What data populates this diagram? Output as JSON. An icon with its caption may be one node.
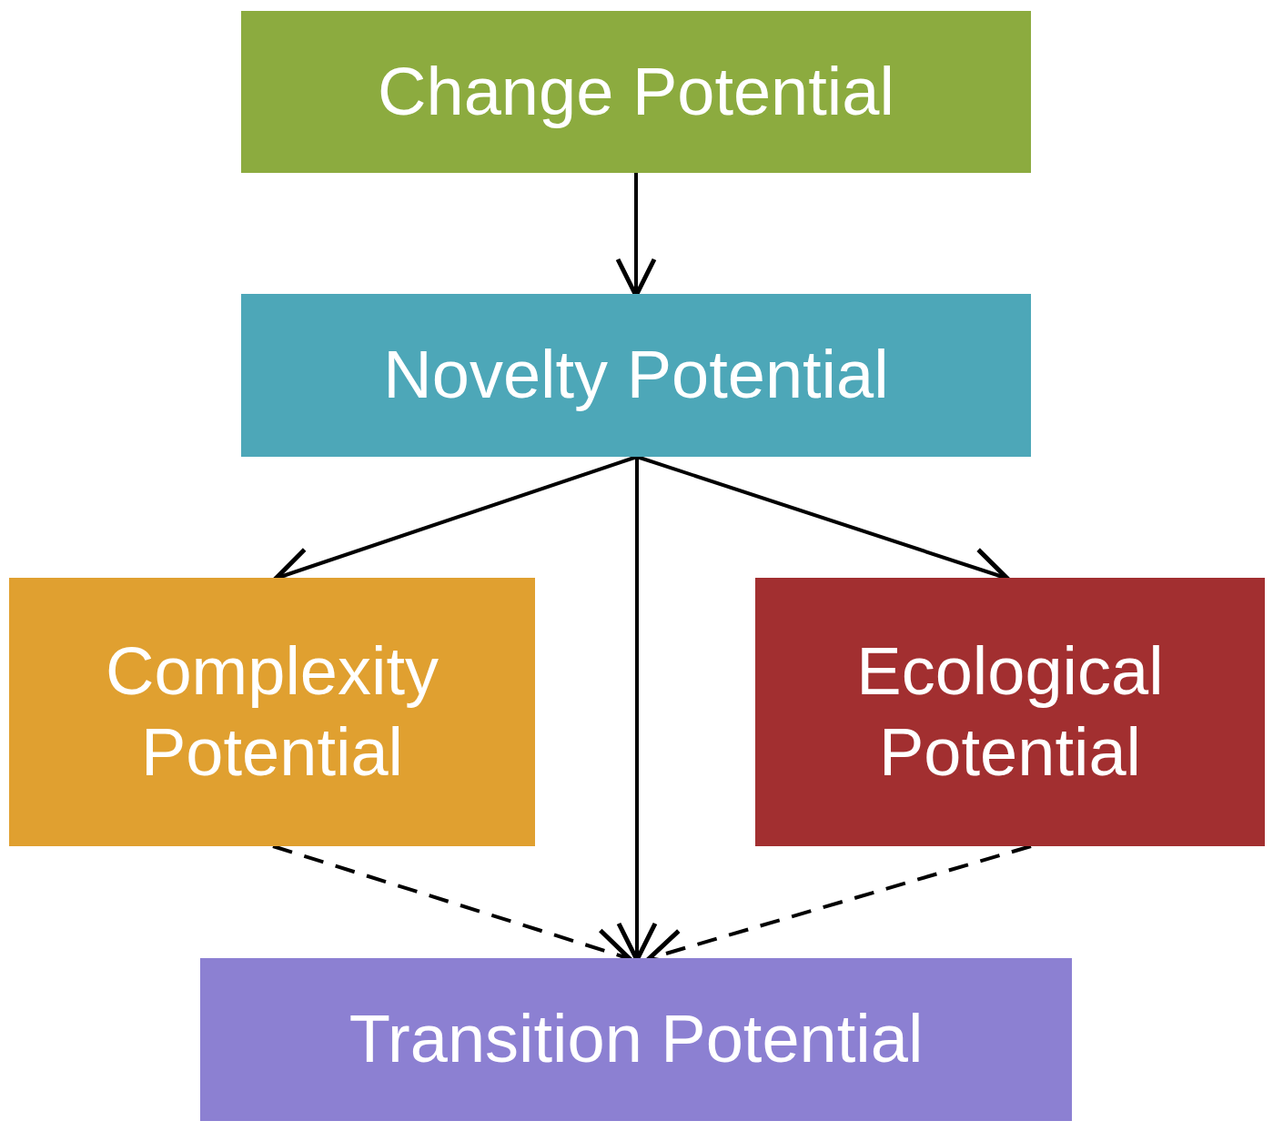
{
  "diagram": {
    "nodes": [
      {
        "text": [
          "Change Potential"
        ]
      },
      {
        "text": [
          "Novelty Potential"
        ]
      },
      {
        "text": [
          "Complexity Potential"
        ]
      },
      {
        "text": [
          "Ecological Potential"
        ]
      },
      {
        "text": [
          "Transition Potential"
        ]
      }
    ],
    "edges": [
      {
        "from": 0,
        "to": 1,
        "arrow": "to"
      },
      {
        "from": 1,
        "to": 2,
        "arrow": "to"
      },
      {
        "from": 1,
        "to": 4,
        "arrow": "to"
      },
      {
        "from": 1,
        "to": 3,
        "arrow": "to"
      },
      {
        "from": 2,
        "to": 4,
        "arrow": "to",
        "style": "dashed"
      },
      {
        "from": 3,
        "to": 4,
        "arrow": "to",
        "style": "dashed"
      }
    ]
  }
}
